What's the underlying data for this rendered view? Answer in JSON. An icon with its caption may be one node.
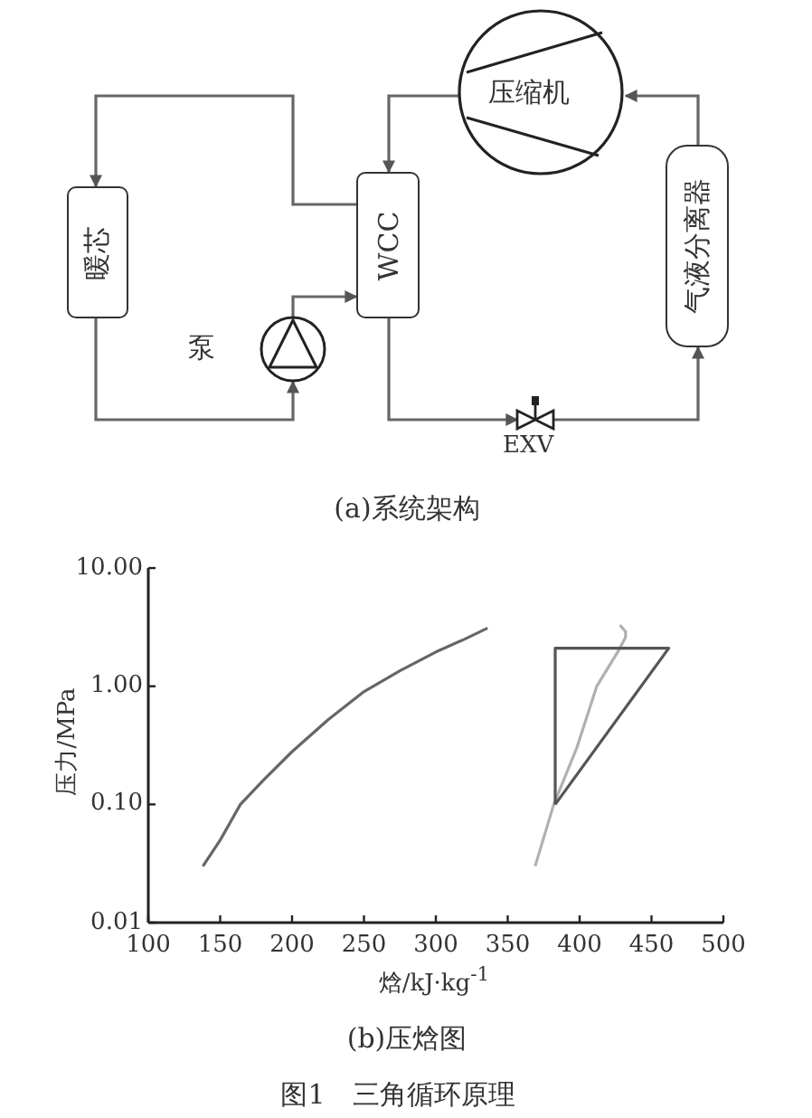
{
  "diagram": {
    "caption": "图1　三角循环原理",
    "nodes": [
      {
        "text": [
          "压缩机"
        ]
      },
      {
        "text": [
          "暖芯"
        ]
      },
      {
        "text": [
          "WCC"
        ]
      },
      {
        "text": [
          "气液分离器"
        ]
      },
      {
        "text": [
          "泵"
        ]
      },
      {
        "text": [
          "EXV"
        ]
      }
    ],
    "edges": [
      {
        "from": 2,
        "to": 1,
        "arrow": "to"
      },
      {
        "from": 1,
        "to": 4,
        "arrow": "to"
      },
      {
        "from": 4,
        "to": 2,
        "arrow": "to"
      },
      {
        "from": 0,
        "to": 2,
        "arrow": "to"
      },
      {
        "from": 2,
        "to": 5,
        "arrow": "to"
      },
      {
        "from": 5,
        "to": 3,
        "arrow": "to"
      },
      {
        "from": 3,
        "to": 0,
        "arrow": "to"
      }
    ],
    "labels": [
      "(a)系统架构",
      "10.00",
      "1.00",
      "压力/MPa",
      "0.10",
      "0.01",
      "100",
      "150",
      "200",
      "250",
      "300",
      "350",
      "400",
      "450",
      "500",
      "焓/kJ·kg$^{-1}$",
      "(b)压焓图"
    ]
  }
}
